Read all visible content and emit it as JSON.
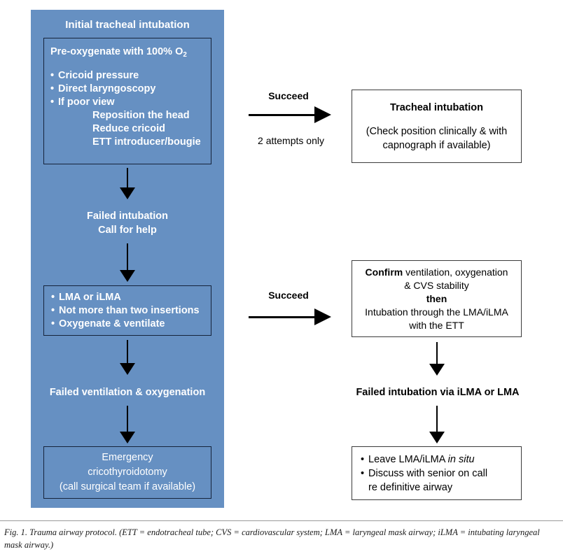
{
  "figure": {
    "panel_color": "#6690c2",
    "panel_title": "Initial tracheal intubation",
    "caption": "Fig. 1. Trauma airway protocol. (ETT = endotracheal tube; CVS = cardiovascular system; LMA = laryngeal mask airway; iLMA = intubating laryngeal mask airway.)"
  },
  "left": {
    "preox": {
      "heading_pre": "Pre-oxygenate with 100% O",
      "heading_sub": "2",
      "bullets": [
        "Cricoid pressure",
        "Direct laryngoscopy",
        "If poor view"
      ],
      "subitems": [
        "Reposition the head",
        "Reduce cricoid",
        "ETT introducer/bougie"
      ]
    },
    "failed_intubation": {
      "line1": "Failed intubation",
      "line2": "Call for help"
    },
    "lma": {
      "bullets": [
        "LMA or iLMA",
        "Not more than two insertions",
        "Oxygenate & ventilate"
      ]
    },
    "failed_ventilation": "Failed ventilation & oxygenation",
    "cric": {
      "line1": "Emergency",
      "line2": "cricothyroidotomy",
      "line3": "(call surgical team if available)"
    }
  },
  "connectors": {
    "succeed_1": "Succeed",
    "attempts_1": "2 attempts only",
    "succeed_2": "Succeed"
  },
  "right": {
    "tracheal": {
      "title": "Tracheal intubation",
      "line1": "(Check position clinically & with",
      "line2": "capnograph if available)"
    },
    "confirm": {
      "bold1": "Confirm",
      "rest1": " ventilation, oxygenation",
      "line2": "& CVS stability",
      "bold2": "then",
      "line3": "Intubation through the LMA/iLMA",
      "line4": "with the ETT"
    },
    "failed_via_lma": "Failed intubation via iLMA or LMA",
    "leave": {
      "b1_pre": "Leave LMA/iLMA ",
      "b1_ital": "in situ",
      "b2_line1": "Discuss with senior on call",
      "b2_line2": "re definitive airway"
    }
  }
}
